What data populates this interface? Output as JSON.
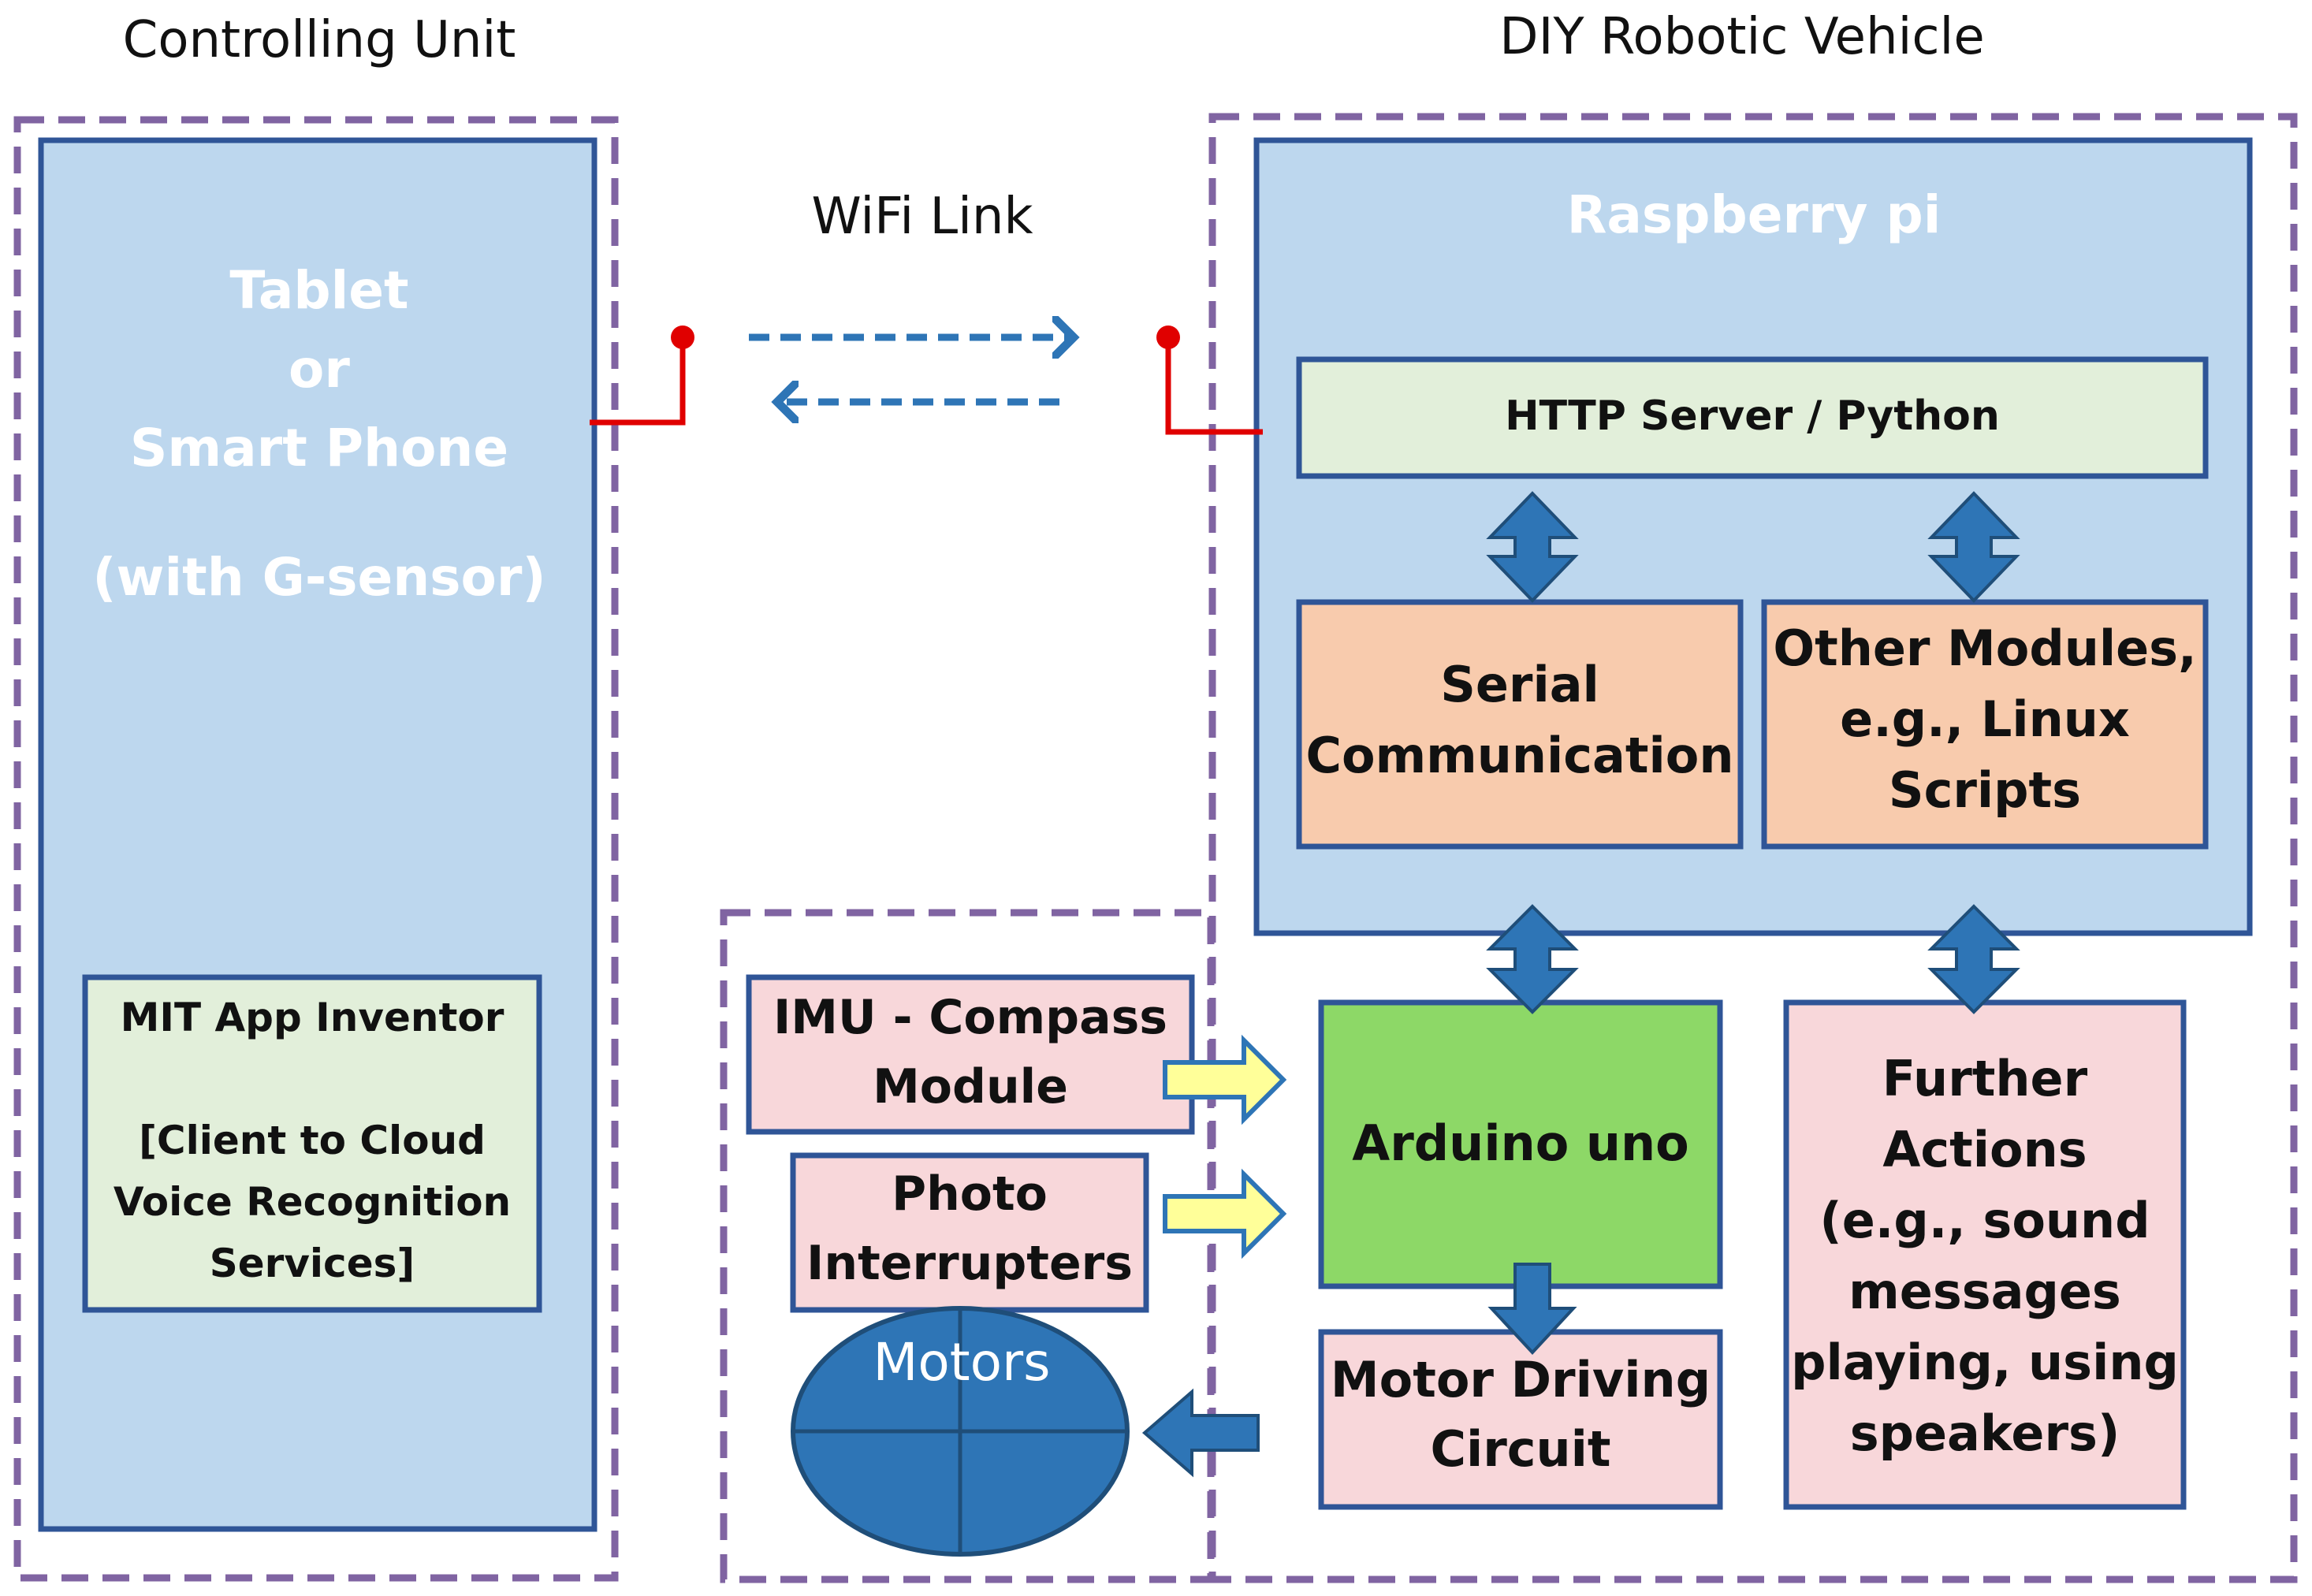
{
  "titles": {
    "controlling_unit": "Controlling Unit",
    "vehicle": "DIY Robotic Vehicle",
    "wifi": "WiFi Link"
  },
  "tablet": {
    "line1": "Tablet",
    "line2": "or",
    "line3": "Smart Phone",
    "line4": "(with G-sensor)"
  },
  "app": {
    "line1": "MIT App Inventor",
    "line2": "[Client to Cloud",
    "line3": "Voice Recognition",
    "line4": "Services]"
  },
  "raspberry": {
    "title": "Raspberry pi",
    "http": "HTTP Server / Python"
  },
  "serial": {
    "line1": "Serial",
    "line2": "Communication"
  },
  "other": {
    "line1": "Other Modules,",
    "line2": "e.g., Linux",
    "line3": "Scripts"
  },
  "imu": {
    "line1": "IMU - Compass",
    "line2": "Module"
  },
  "photo": {
    "line1": "Photo",
    "line2": "Interrupters"
  },
  "motors": "Motors",
  "arduino": "Arduino uno",
  "motor_driving": {
    "line1": "Motor Driving",
    "line2": "Circuit"
  },
  "further": {
    "line1": "Further",
    "line2": "Actions",
    "line3": "(e.g., sound",
    "line4": "messages",
    "line5": "playing, using",
    "line6": "speakers)"
  },
  "colors": {
    "light_blue": "#bdd7ee",
    "box_border": "#2f5597",
    "light_green": "#e2efda",
    "orange": "#f8cbad",
    "pink": "#f8d7da",
    "arduino_green": "#8dd867",
    "arrow_blue": "#2e75b6",
    "arrow_yellow": "#ffff99",
    "dashed_purple": "#8064a2",
    "antenna_red": "#e00000"
  }
}
